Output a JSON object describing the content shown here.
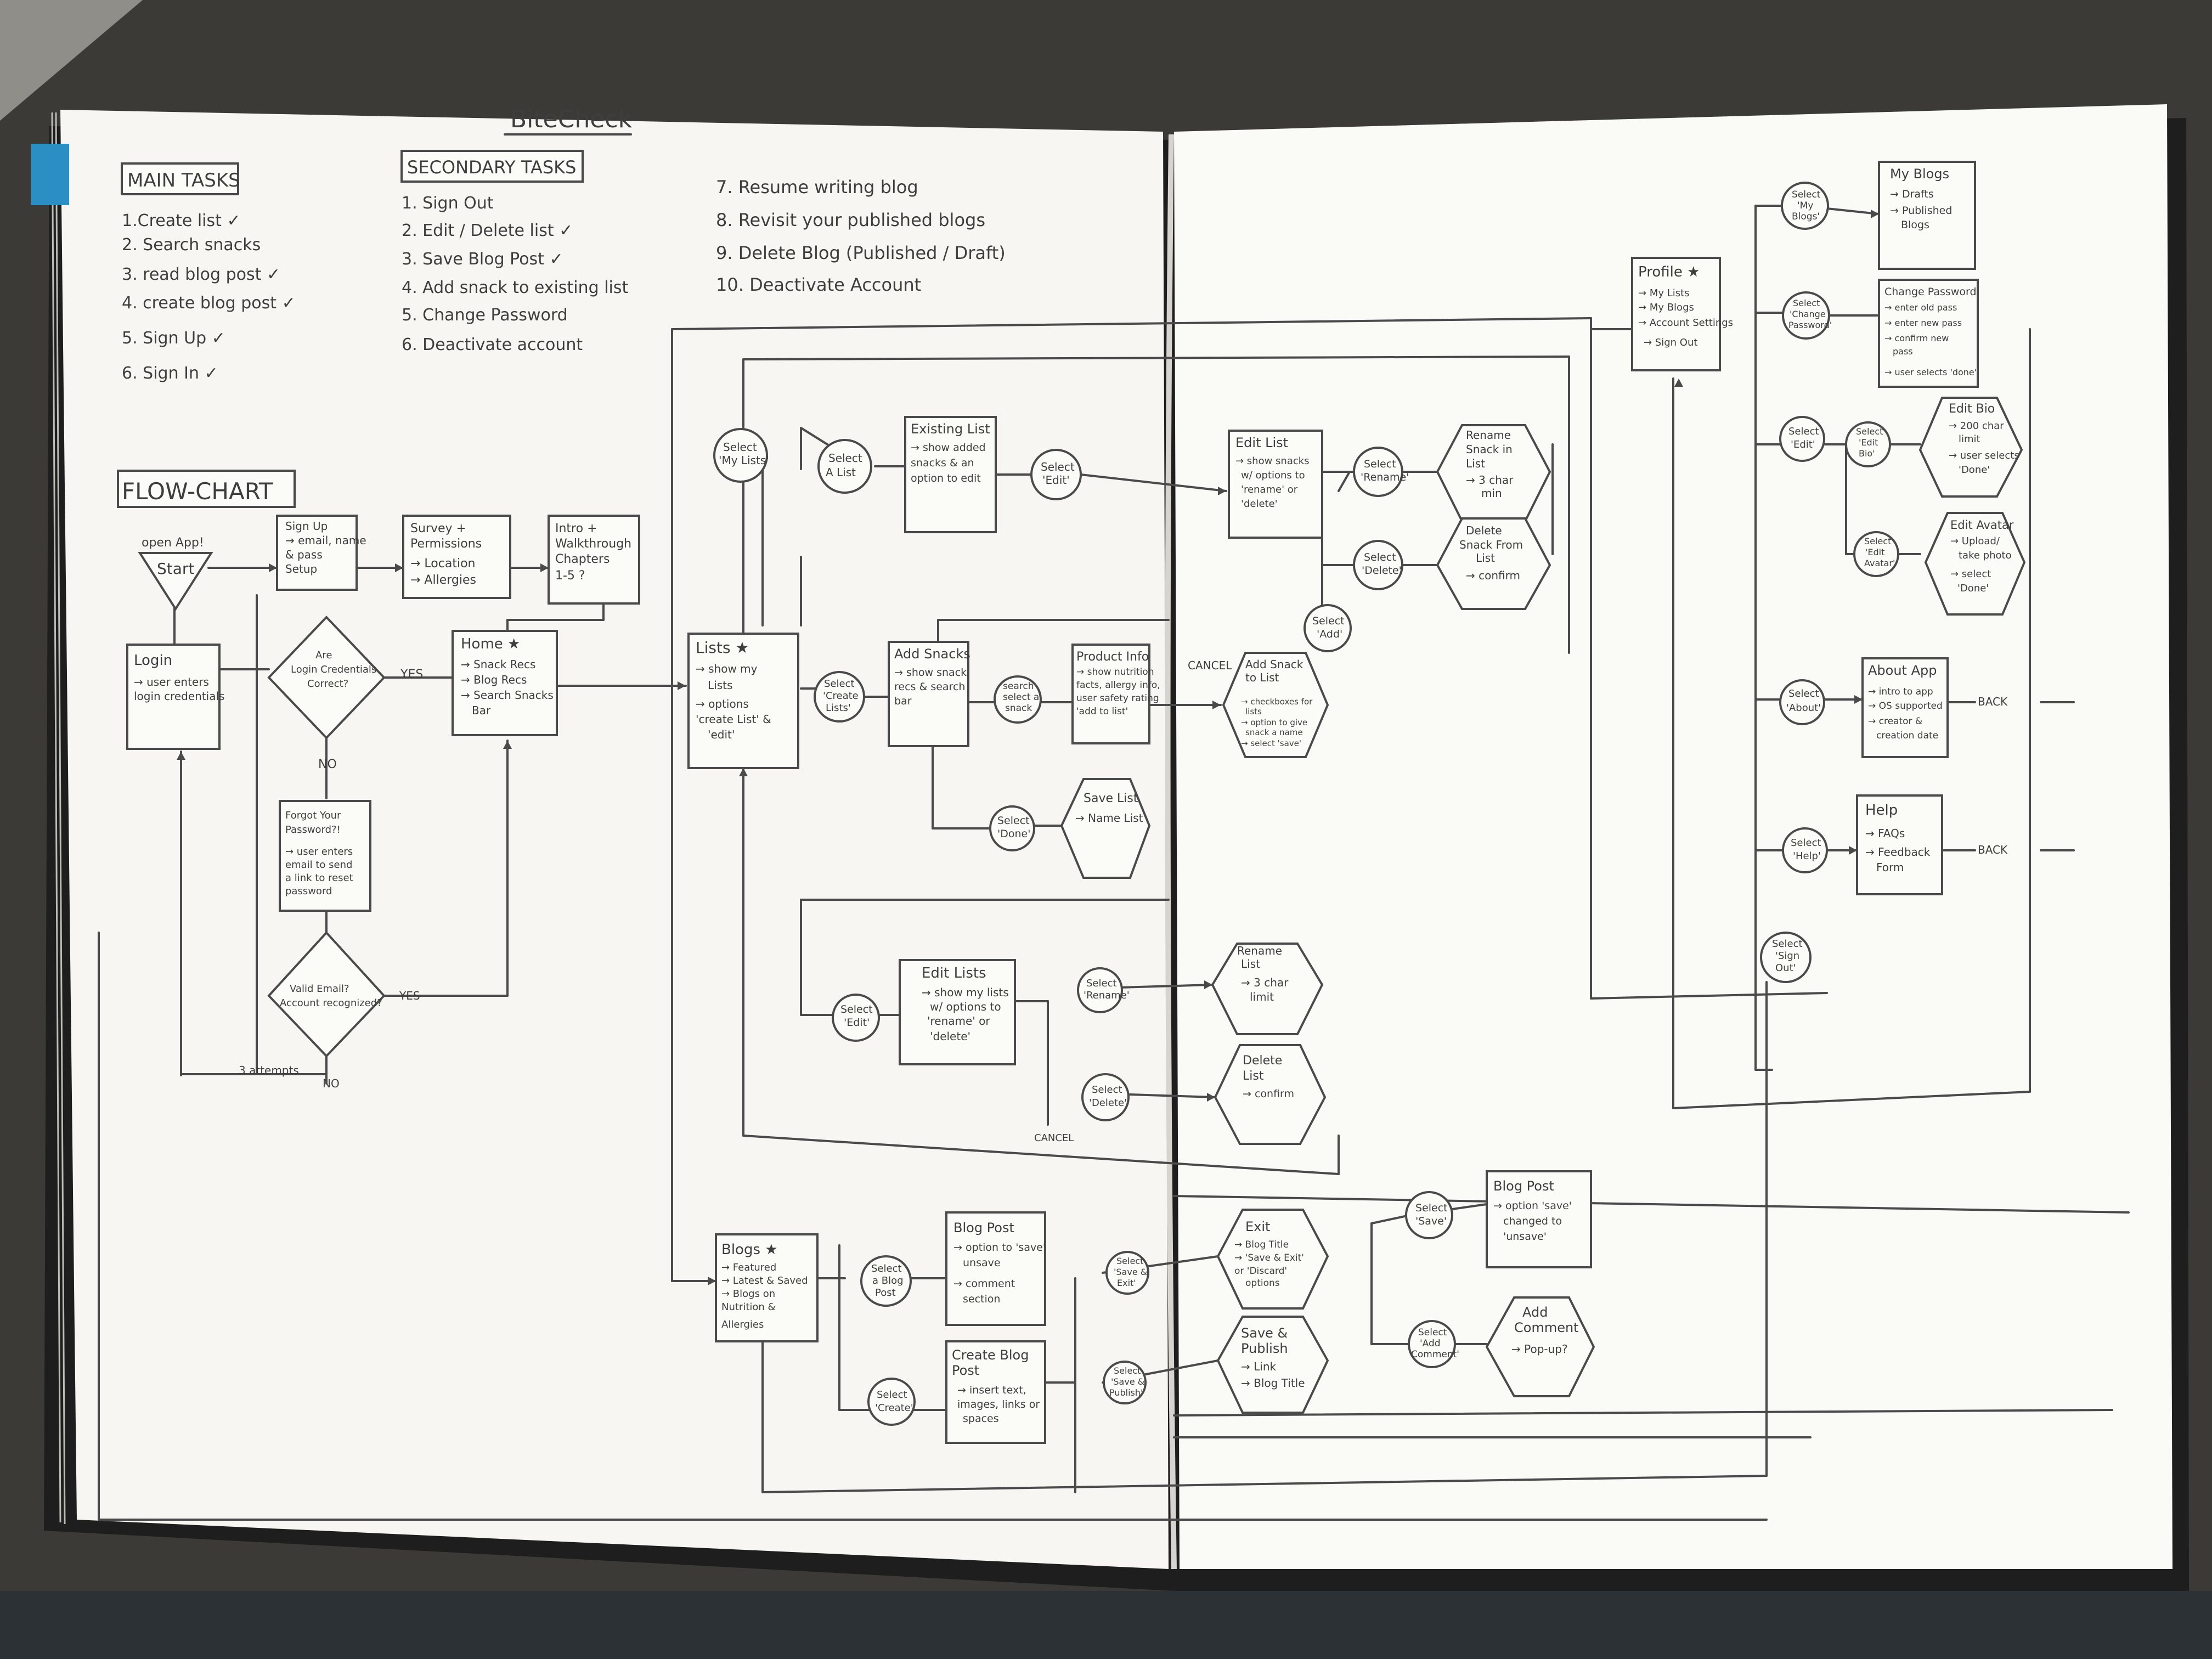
{
  "title": "BiteCheck",
  "main_tasks": {
    "heading": "MAIN TASKS",
    "items": [
      "1.Create list ✓",
      "2. Search snacks",
      "3. read blog post ✓",
      "4. create blog post ✓",
      "5. Sign Up ✓",
      "6. Sign In ✓"
    ]
  },
  "secondary_tasks": {
    "heading": "SECONDARY TASKS",
    "items": [
      "1. Sign Out",
      "2. Edit / Delete list ✓",
      "3. Save Blog Post ✓",
      "4. Add snack to existing list",
      "5. Change Password",
      "6. Deactivate account"
    ]
  },
  "extra_tasks": [
    "7. Resume writing blog",
    "8. Revisit your published blogs",
    "9. Delete Blog (Published / Draft)",
    "10. Deactivate Account"
  ],
  "flowchart_heading": "FLOW-CHART",
  "labels": {
    "open_app": "open App!",
    "start": "Start",
    "yes": "YES",
    "no": "NO",
    "attempts": "3 attempts",
    "cancel": "CANCEL",
    "back": "BACK"
  },
  "nodes": {
    "signup": [
      "Sign Up",
      "→ email, name",
      "& pass",
      "Setup"
    ],
    "survey": [
      "Survey +",
      "Permissions",
      "→ Location",
      "→ Allergies"
    ],
    "intro": [
      "Intro +",
      "Walkthrough",
      "Chapters",
      "1-5 ?"
    ],
    "login": [
      "Login",
      "→ user enters",
      "login credentials"
    ],
    "login_check": [
      "Are",
      "Login Credentials",
      "Correct?"
    ],
    "home": [
      "Home ★",
      "→ Snack Recs",
      "→ Blog Recs",
      "→ Search Snacks",
      "Bar"
    ],
    "forgot": [
      "Forgot Your",
      "Password?!",
      "→ user enters",
      "email to send",
      "a link to reset",
      "password"
    ],
    "valid_email": [
      "Valid Email?",
      "Account recognized?"
    ],
    "lists": [
      "Lists ★",
      "→ show my",
      "Lists",
      "→ options",
      "'create List' &",
      "'edit'"
    ],
    "select_my_lists": [
      "Select",
      "'My Lists'"
    ],
    "select_a_list": [
      "Select",
      "A List"
    ],
    "existing_list": [
      "Existing List",
      "→ show added",
      "snacks & an",
      "option to edit"
    ],
    "select_edit": [
      "Select",
      "'Edit'"
    ],
    "edit_list": [
      "Edit List",
      "→ show snacks",
      "w/ options to",
      "'rename' or",
      "'delete'"
    ],
    "select_rename": [
      "Select",
      "'Rename'"
    ],
    "rename_snack": [
      "Rename",
      "Snack in",
      "List",
      "→ 3 char",
      "min"
    ],
    "select_delete": [
      "Select",
      "'Delete'"
    ],
    "delete_snack": [
      "Delete",
      "Snack From",
      "List",
      "→ confirm"
    ],
    "select_add": [
      "Select",
      "'Add'"
    ],
    "select_create_lists": [
      "Select",
      "'Create",
      "Lists'"
    ],
    "add_snacks": [
      "Add Snacks",
      "→ show snack",
      "recs & search",
      "bar"
    ],
    "search_select": [
      "search",
      "select a",
      "snack"
    ],
    "product_info": [
      "Product Info",
      "→ show nutrition",
      "facts, allergy info,",
      "user safety rating",
      "'add to list'"
    ],
    "add_snack_to_list": [
      "Add Snack",
      "to List",
      "→ checkboxes for",
      "lists",
      "→ option to give",
      "snack a name",
      "→ select 'save'"
    ],
    "select_done": [
      "Select",
      "'Done'"
    ],
    "save_list": [
      "Save List",
      "→ Name List"
    ],
    "select_edit2": [
      "Select",
      "'Edit'"
    ],
    "edit_lists": [
      "Edit Lists",
      "→ show my lists",
      "w/ options to",
      "'rename' or",
      "'delete'"
    ],
    "select_rename2": [
      "Select",
      "'Rename'"
    ],
    "rename_list": [
      "Rename",
      "List",
      "→ 3 char",
      "limit"
    ],
    "select_delete2": [
      "Select",
      "'Delete'"
    ],
    "delete_list": [
      "Delete",
      "List",
      "→ confirm"
    ],
    "blogs": [
      "Blogs ★",
      "→ Featured",
      "→ Latest & Saved",
      "→ Blogs on",
      "Nutrition &",
      "Allergies"
    ],
    "select_a_blog": [
      "Select",
      "a Blog",
      "Post"
    ],
    "blog_post": [
      "Blog Post",
      "→ option to 'save'",
      "unsave",
      "→ comment",
      "section"
    ],
    "select_create": [
      "Select",
      "'Create'"
    ],
    "create_blog": [
      "Create Blog",
      "Post",
      "→ insert text,",
      "images, links or",
      "spaces"
    ],
    "select_save_exit": [
      "Select",
      "'Save &",
      "Exit'"
    ],
    "exit": [
      "Exit",
      "→ Blog Title",
      "→ 'Save & Exit'",
      "or 'Discard'",
      "options"
    ],
    "select_save_publish": [
      "Select",
      "'Save &",
      "Publish'"
    ],
    "save_publish": [
      "Save &",
      "Publish",
      "→ Link",
      "→ Blog Title"
    ],
    "select_save": [
      "Select",
      "'Save'"
    ],
    "blog_post2": [
      "Blog Post",
      "→ option 'save'",
      "changed to",
      "'unsave'"
    ],
    "select_add_comment": [
      "Select",
      "'Add",
      "Comment'"
    ],
    "add_comment": [
      "Add",
      "Comment",
      "→ Pop-up?"
    ],
    "profile": [
      "Profile ★",
      "→ My Lists",
      "→ My Blogs",
      "→ Account Settings",
      "→ Sign Out"
    ],
    "select_my_blogs": [
      "Select",
      "'My",
      "Blogs'"
    ],
    "my_blogs": [
      "My Blogs",
      "→ Drafts",
      "→ Published",
      "Blogs"
    ],
    "select_change_pw": [
      "Select",
      "'Change",
      "Password'"
    ],
    "change_pw": [
      "Change Password",
      "→ enter old pass",
      "→ enter new pass",
      "→ confirm new",
      "pass",
      "→ user selects 'done'"
    ],
    "select_edit3": [
      "Select",
      "'Edit'"
    ],
    "select_edit_bio": [
      "Select",
      "'Edit",
      "Bio'"
    ],
    "edit_bio": [
      "Edit Bio",
      "→ 200 char",
      "limit",
      "→ user selects",
      "'Done'"
    ],
    "select_edit_avatar": [
      "Select",
      "'Edit",
      "Avatar'"
    ],
    "edit_avatar": [
      "Edit Avatar",
      "→ Upload/",
      "take photo",
      "→ select",
      "'Done'"
    ],
    "select_about": [
      "Select",
      "'About'"
    ],
    "about_app": [
      "About App",
      "→ intro to app",
      "→ OS supported",
      "→ creator &",
      "creation date"
    ],
    "select_help": [
      "Select",
      "'Help'"
    ],
    "help": [
      "Help",
      "→ FAQs",
      "→ Feedback",
      "Form"
    ],
    "select_sign_out": [
      "Select",
      "'Sign",
      "Out'"
    ]
  },
  "colors": {
    "paper": "#fbfbf8",
    "ink": "#4a4a4a",
    "tab": "#2b8fc4",
    "desk": "#3b3a36"
  }
}
